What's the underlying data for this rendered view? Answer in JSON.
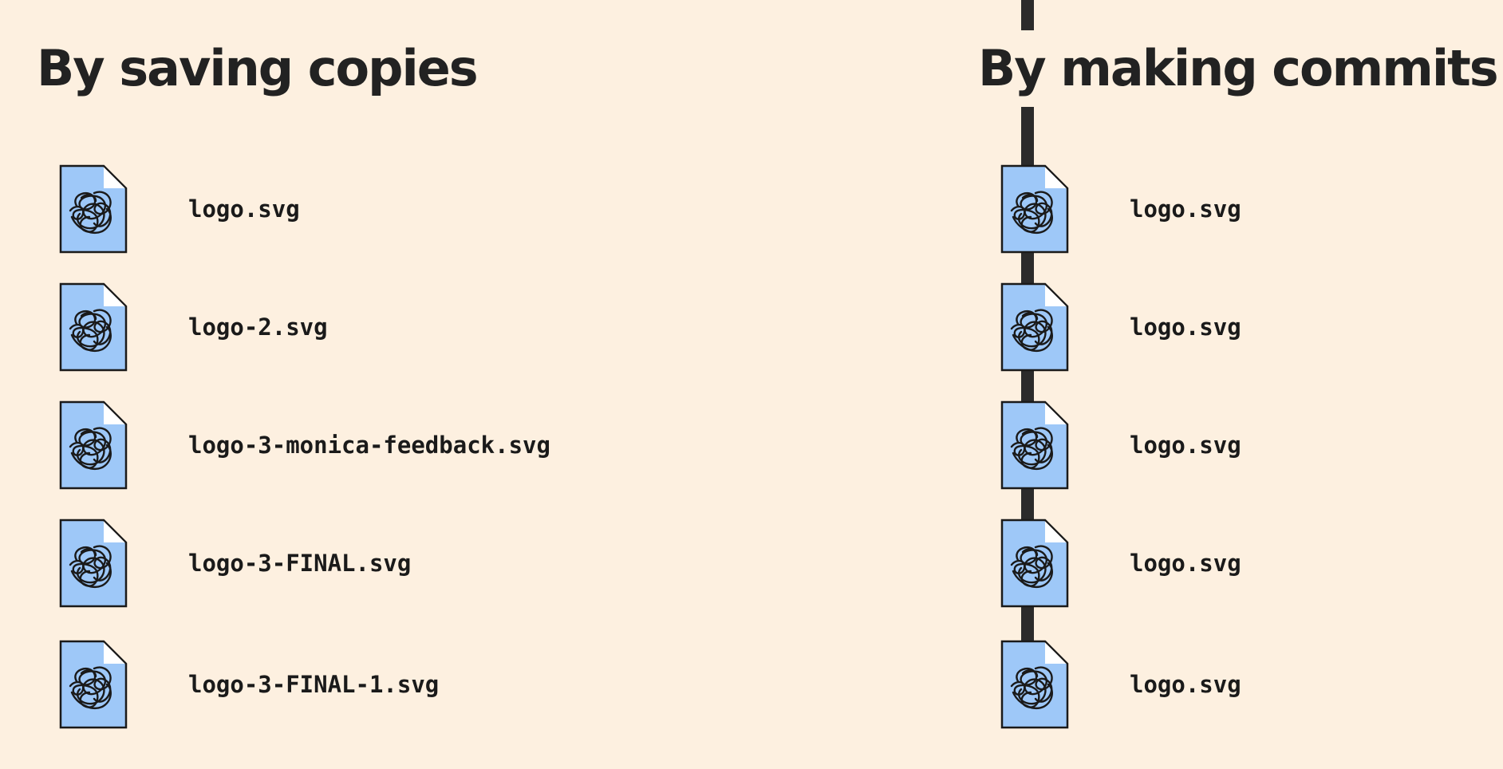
{
  "left_column": {
    "heading": "By saving copies",
    "files": [
      {
        "name": "logo.svg",
        "icon": "svg-file-icon"
      },
      {
        "name": "logo-2.svg",
        "icon": "svg-file-icon"
      },
      {
        "name": "logo-3-monica-feedback.svg",
        "icon": "svg-file-icon"
      },
      {
        "name": "logo-3-FINAL.svg",
        "icon": "svg-file-icon"
      },
      {
        "name": "logo-3-FINAL-1.svg",
        "icon": "svg-file-icon"
      }
    ]
  },
  "right_column": {
    "heading": "By making commits",
    "files": [
      {
        "name": "logo.svg",
        "icon": "svg-file-icon"
      },
      {
        "name": "logo.svg",
        "icon": "svg-file-icon"
      },
      {
        "name": "logo.svg",
        "icon": "svg-file-icon"
      },
      {
        "name": "logo.svg",
        "icon": "svg-file-icon"
      },
      {
        "name": "logo.svg",
        "icon": "svg-file-icon"
      }
    ]
  },
  "colors": {
    "background": "#fdf0e0",
    "file_fill": "#9ec8f8",
    "file_outline": "#1a1a1a",
    "timeline": "#2b2b2b",
    "text": "#222222"
  }
}
